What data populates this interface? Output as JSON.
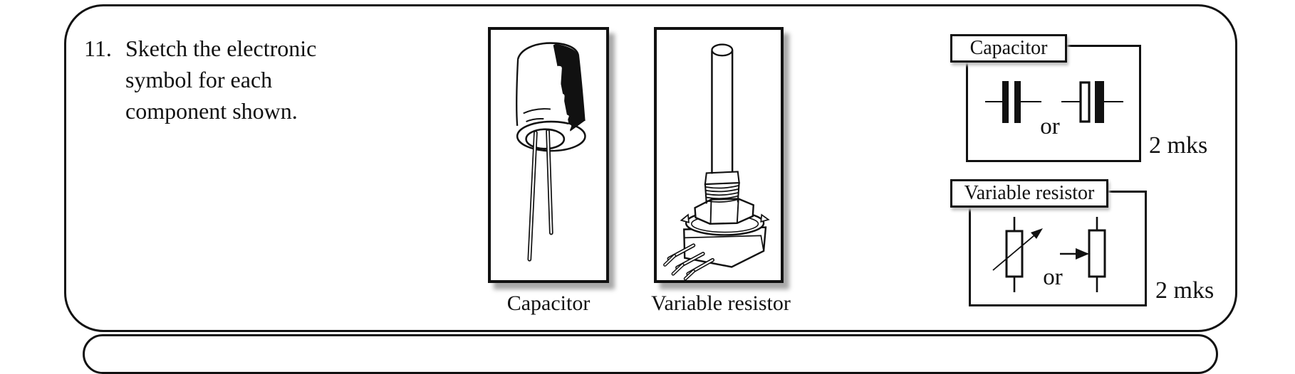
{
  "colors": {
    "ink": "#111111",
    "paper": "#ffffff",
    "shadow": "#a8a8a8"
  },
  "question": {
    "number": "11.",
    "line1": "Sketch the electronic",
    "line2": "symbol for each",
    "line3": "component shown."
  },
  "figures": {
    "capacitor": {
      "caption": "Capacitor"
    },
    "variable_resistor": {
      "caption": "Variable resistor"
    }
  },
  "answers": {
    "capacitor": {
      "label": "Capacitor",
      "connector": "or",
      "marks": "2 mks"
    },
    "variable_resistor": {
      "label": "Variable resistor",
      "connector": "or",
      "marks": "2 mks"
    }
  }
}
